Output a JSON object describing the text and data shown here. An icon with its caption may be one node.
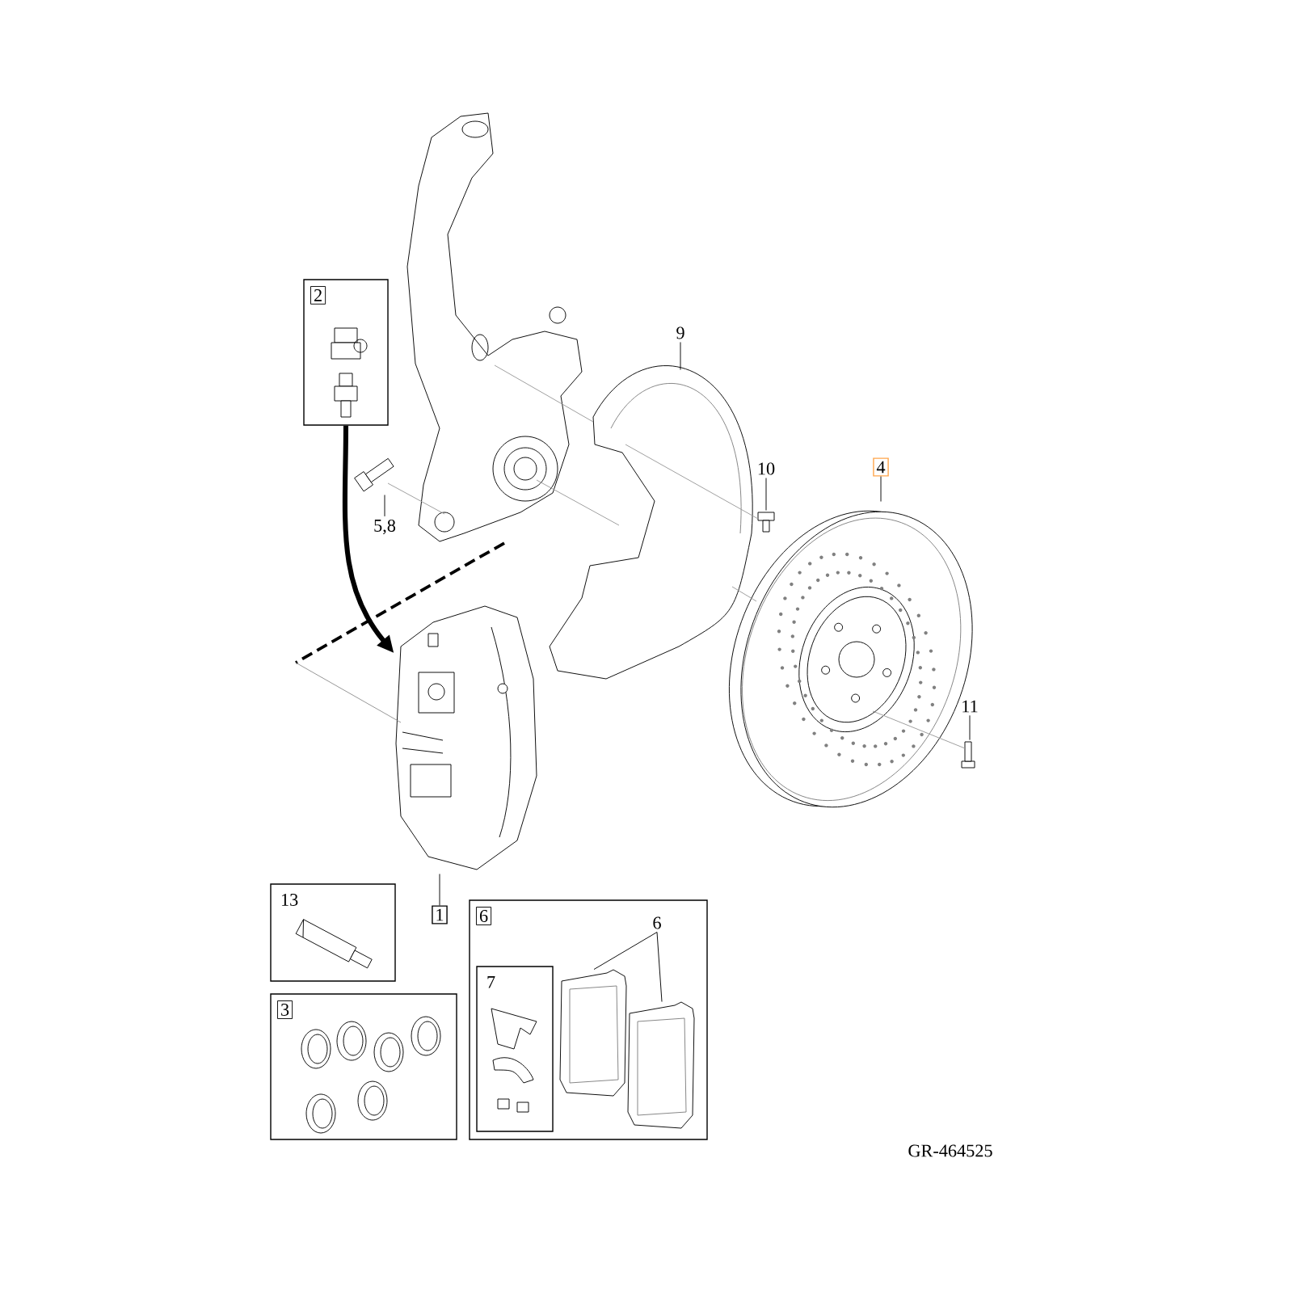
{
  "diagram": {
    "nodes": [
      {
        "text": [
          "1"
        ]
      },
      {
        "text": [],
        "shape": "picture"
      },
      {
        "text": [
          "2"
        ]
      },
      {
        "text": [],
        "shape": "picture",
        "in": 2
      },
      {
        "text": [],
        "shape": "picture"
      },
      {
        "text": [],
        "shape": "picture"
      },
      {
        "text": [
          "5,8"
        ]
      },
      {
        "text": [
          "9"
        ]
      },
      {
        "text": [],
        "shape": "picture"
      },
      {
        "text": [
          "10"
        ]
      },
      {
        "text": [],
        "shape": "picture"
      },
      {
        "text": [
          "4"
        ]
      },
      {
        "text": [],
        "shape": "picture"
      },
      {
        "text": [
          "11"
        ]
      },
      {
        "text": [],
        "shape": "picture"
      },
      {
        "text": [
          "13"
        ]
      },
      {
        "text": [],
        "shape": "picture",
        "in": 15
      },
      {
        "text": [
          "3"
        ]
      },
      {
        "text": [],
        "shape": "picture",
        "in": 17
      },
      {
        "text": [
          "6"
        ]
      },
      {
        "text": [
          "6"
        ],
        "in": 19
      },
      {
        "text": [],
        "shape": "picture",
        "in": 19
      },
      {
        "text": [],
        "shape": "picture",
        "in": 19
      },
      {
        "text": [
          "7"
        ],
        "in": 19
      },
      {
        "text": [],
        "shape": "picture",
        "in": 23
      }
    ],
    "edges": [
      {
        "from": 0,
        "to": 1,
        "arrow": "none"
      },
      {
        "from": 2,
        "to": 1,
        "arrow": "to",
        "style": "thick"
      },
      {
        "from": 6,
        "to": 5,
        "arrow": "none"
      },
      {
        "from": 7,
        "to": 8,
        "arrow": "none"
      },
      {
        "from": 9,
        "to": 10,
        "arrow": "none"
      },
      {
        "from": 11,
        "to": 12,
        "arrow": "none"
      },
      {
        "from": 13,
        "to": 14,
        "arrow": "none"
      },
      {
        "from": 20,
        "to": 21,
        "arrow": "none"
      },
      {
        "from": 20,
        "to": 22,
        "arrow": "none"
      },
      {
        "from": 5,
        "to": 4,
        "arrow": "none",
        "color": "#999999"
      },
      {
        "from": 4,
        "to": 8,
        "arrow": "none",
        "color": "#999999"
      },
      {
        "from": 8,
        "to": 10,
        "arrow": "none",
        "color": "#999999"
      },
      {
        "from": 4,
        "to": 8,
        "arrow": "none",
        "color": "#999999"
      },
      {
        "from": 12,
        "to": 14,
        "arrow": "none",
        "color": "#999999"
      },
      {
        "from": 4,
        "to": 1,
        "arrow": "none",
        "style": "dashed"
      },
      {
        "from": 8,
        "to": 12,
        "arrow": "none",
        "color": "#999999"
      }
    ],
    "labels": [
      "GR-464525"
    ]
  }
}
